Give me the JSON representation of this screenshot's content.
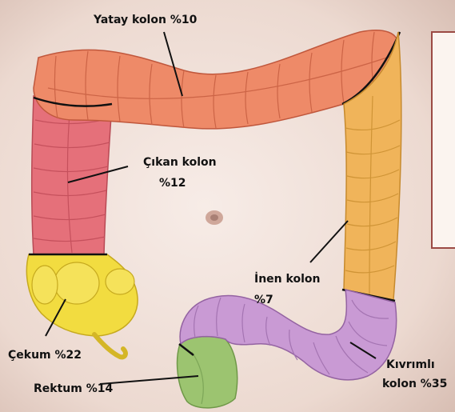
{
  "labels": {
    "transverse": "Yatay kolon %10",
    "ascending_1": "Çıkan kolon",
    "ascending_2": "%12",
    "descending_1": "İnen kolon",
    "descending_2": "%7",
    "cecum": "Çekum %22",
    "rectum": "Rektum %14",
    "sigmoid_1": "Kıvrımlı",
    "sigmoid_2": "kolon %35"
  },
  "colors": {
    "background": "#f3e6e0",
    "transverse": "#ee8a68",
    "ascending": "#e5707a",
    "descending": "#f0b45a",
    "cecum": "#f2dc40",
    "rectum": "#9cc470",
    "sigmoid": "#c99ad4",
    "leader_line": "#111111"
  }
}
